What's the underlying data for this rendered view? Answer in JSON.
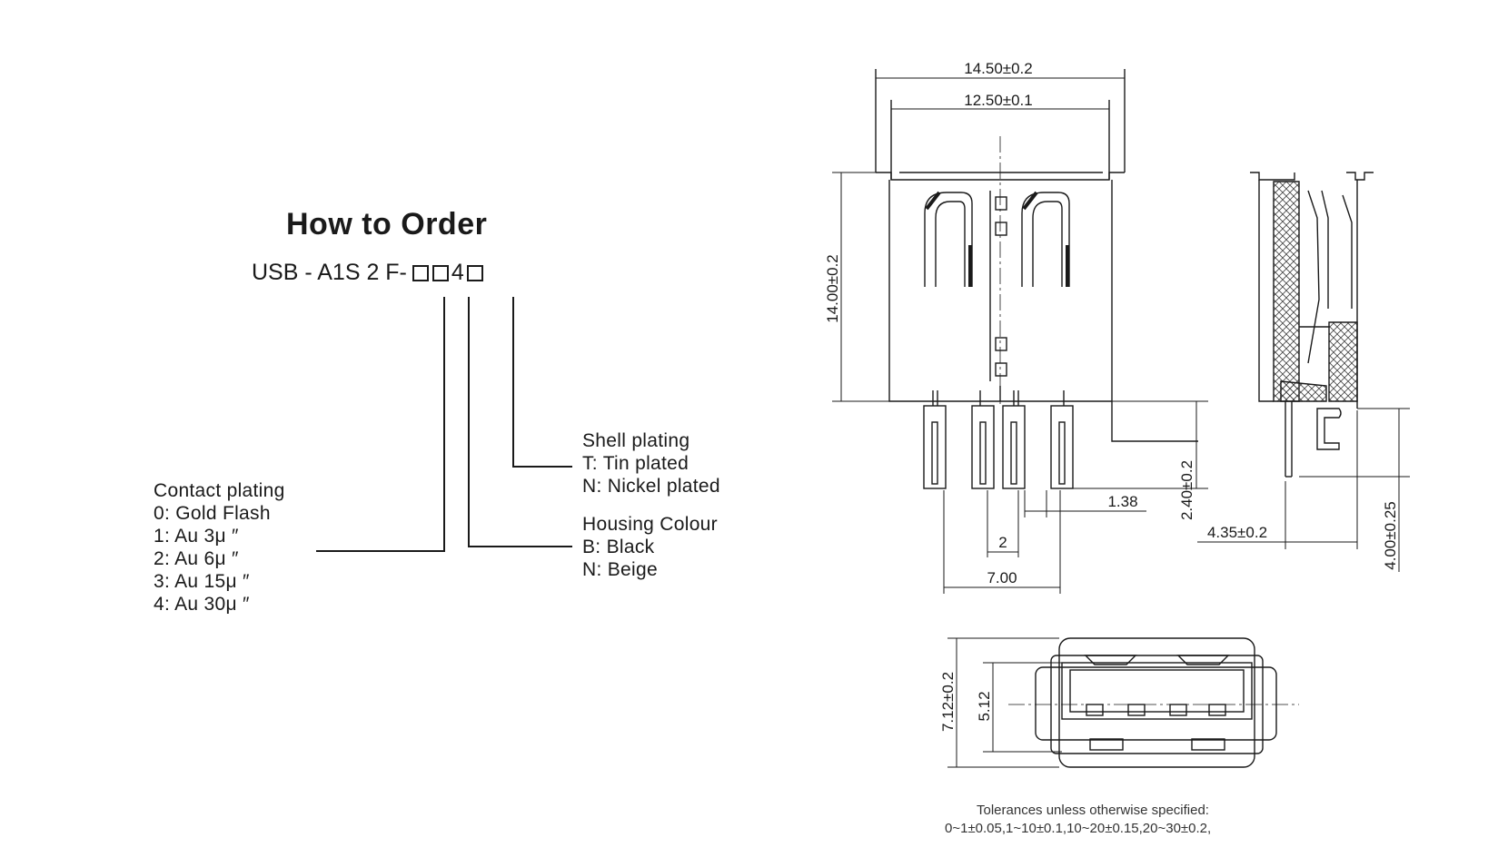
{
  "order": {
    "title": "How to Order",
    "part_prefix": "USB - A1S 2 F-",
    "part_fixed_digit": "4",
    "contact_plating": {
      "heading": "Contact plating",
      "options": [
        "0: Gold Flash",
        "1: Au 3μ ″",
        "2: Au 6μ ″",
        "3: Au 15μ ″",
        "4: Au 30μ ″"
      ]
    },
    "housing_colour": {
      "heading": "Housing Colour",
      "options": [
        "B: Black",
        "N: Beige"
      ]
    },
    "shell_plating": {
      "heading": "Shell plating",
      "options": [
        "T: Tin plated",
        "N: Nickel plated"
      ]
    }
  },
  "dimensions": {
    "overall_width": "14.50±0.2",
    "inner_width": "12.50±0.1",
    "height": "14.00±0.2",
    "pin_height": "2.40±0.2",
    "pin_spacing_small": "1.38",
    "pin_pitch": "2",
    "pin_span": "7.00",
    "side_depth": "4.35±0.2",
    "side_pin_length": "4.00±0.25",
    "face_height": "7.12±0.2",
    "face_inner_height": "5.12"
  },
  "tolerances": {
    "line1": "Tolerances unless otherwise specified:",
    "line2": "0~1±0.05,1~10±0.1,10~20±0.15,20~30±0.2,"
  }
}
